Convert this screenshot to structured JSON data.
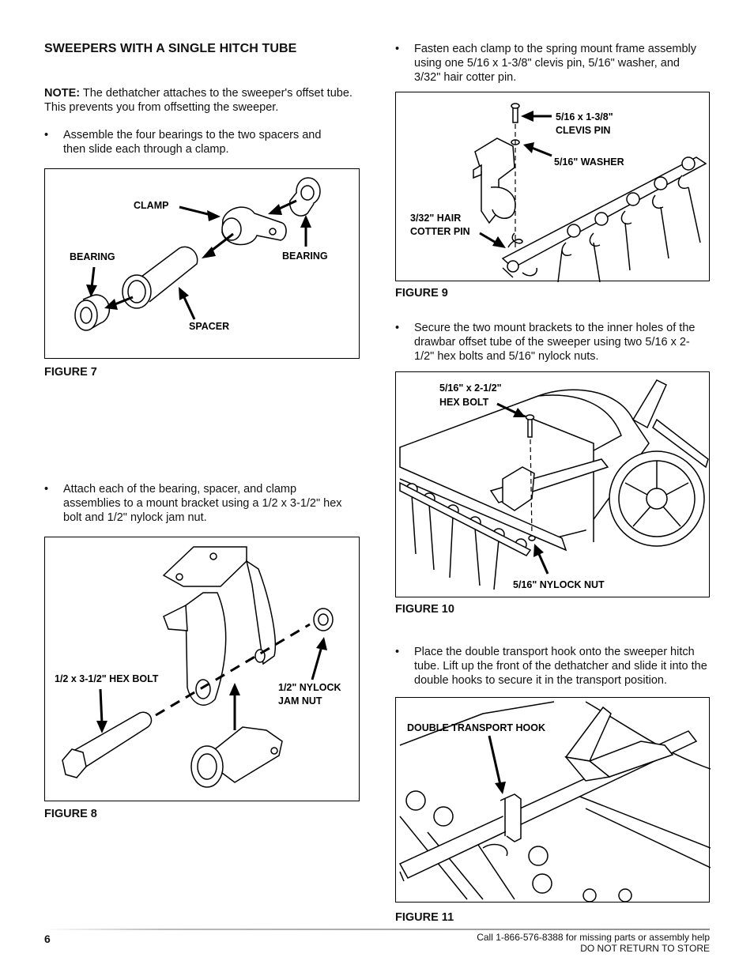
{
  "left": {
    "heading": "SWEEPERS WITH A SINGLE HITCH TUBE",
    "note_label": "NOTE:",
    "note_text": " The dethatcher attaches to the sweeper's offset tube. This prevents you from offsetting the sweeper.",
    "bullet1": "Assemble the four bearings to the two spacers and then slide each through a clamp.",
    "figure7": {
      "caption": "FIGURE 7",
      "labels": {
        "clamp": "CLAMP",
        "bearing_left": "BEARING",
        "bearing_right": "BEARING",
        "spacer": "SPACER"
      }
    },
    "bullet2": "Attach each of the bearing, spacer, and clamp assemblies to a mount bracket using a 1/2 x 3-1/2\" hex bolt and 1/2\" nylock jam nut.",
    "figure8": {
      "caption": "FIGURE 8",
      "labels": {
        "hex_bolt": "1/2 x 3-1/2\" HEX BOLT",
        "nut_line1": "1/2\" NYLOCK",
        "nut_line2": "JAM NUT"
      }
    }
  },
  "right": {
    "bullet1": "Fasten each clamp to the spring mount frame assembly using one 5/16 x 1-3/8\" clevis pin, 5/16\" washer, and 3/32\" hair cotter pin.",
    "figure9": {
      "caption": "FIGURE 9",
      "labels": {
        "clevis_line1": "5/16 x 1-3/8\"",
        "clevis_line2": "CLEVIS PIN",
        "washer": "5/16\" WASHER",
        "cotter_line1": "3/32\" HAIR",
        "cotter_line2": "COTTER PIN"
      }
    },
    "bullet2": "Secure the two mount brackets to the inner holes of the drawbar offset tube of the sweeper using two 5/16 x 2-1/2\" hex bolts and 5/16\" nylock nuts.",
    "figure10": {
      "caption": "FIGURE 10",
      "labels": {
        "bolt_line1": "5/16\" x 2-1/2\"",
        "bolt_line2": "HEX BOLT",
        "nut": "5/16\" NYLOCK NUT"
      }
    },
    "bullet3": "Place the double transport hook onto the sweeper hitch tube. Lift up the front of the dethatcher and slide it into the double hooks to secure it in the transport position.",
    "figure11": {
      "caption": "FIGURE 11",
      "labels": {
        "hook": "DOUBLE TRANSPORT HOOK"
      }
    }
  },
  "footer": {
    "page_number": "6",
    "line1": "Call 1-866-576-8388 for missing parts or assembly help",
    "line2": "DO NOT RETURN TO STORE"
  }
}
